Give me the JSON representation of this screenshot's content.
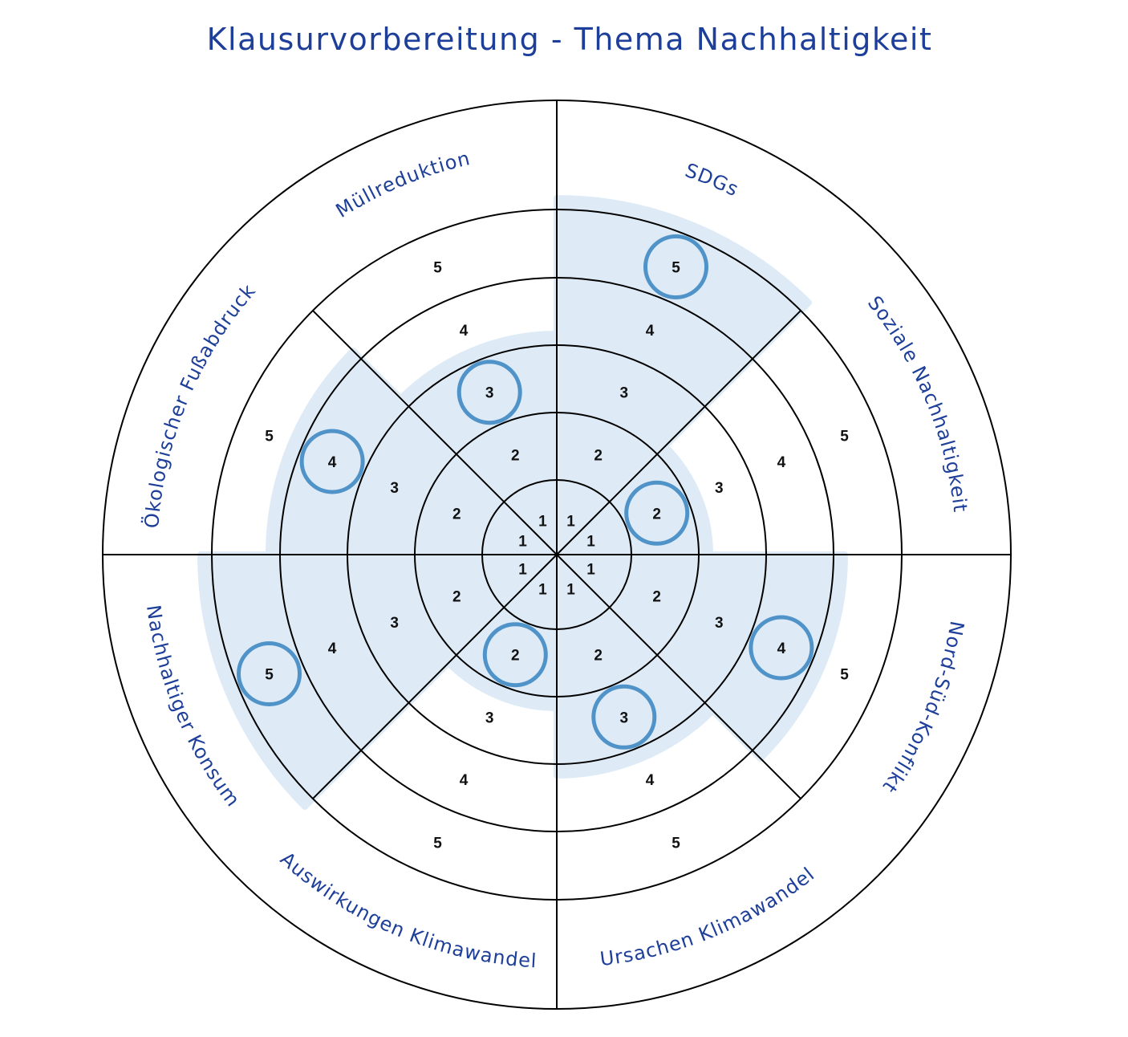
{
  "title": "Klausurvorbereitung - Thema Nachhaltigkeit",
  "colors": {
    "accent": "#1e3f99",
    "fill": "#deebf6",
    "marker": "#4f93c8",
    "lines": "#000000"
  },
  "levels": [
    "1",
    "2",
    "3",
    "4",
    "5"
  ],
  "segments": [
    {
      "label": "SDGs",
      "rating": 5
    },
    {
      "label": "Soziale Nachhaltigkeit",
      "rating": 2
    },
    {
      "label": "Nord-Süd-Konflikt",
      "rating": 4
    },
    {
      "label": "Ursachen Klimawandel",
      "rating": 3
    },
    {
      "label": "Auswirkungen Klimawandel",
      "rating": 2
    },
    {
      "label": "Nachhaltiger Konsum",
      "rating": 5
    },
    {
      "label": "Ökologischer Fußabdruck",
      "rating": 4
    },
    {
      "label": "Müllreduktion",
      "rating": 3
    }
  ]
}
